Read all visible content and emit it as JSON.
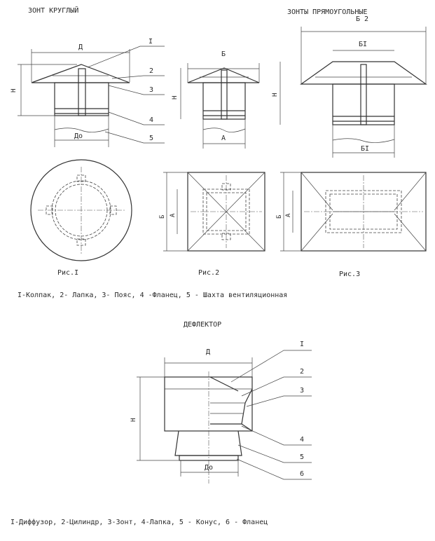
{
  "titles": {
    "round": "ЗОНТ КРУГЛЫЙ",
    "rect": "ЗОНТЫ ПРЯМОУГОЛЬНЫЕ",
    "deflector": "ДЕФЛЕКТОР"
  },
  "dims": {
    "D": "Д",
    "B": "Б",
    "B2": "Б 2",
    "B1": "БI",
    "H": "Н",
    "Do": "Дo",
    "A": "А"
  },
  "callouts": [
    "I",
    "2",
    "3",
    "4",
    "5",
    "6"
  ],
  "captions": [
    "Рис.I",
    "Рис.2",
    "Рис.3"
  ],
  "legend_umbrella": "I-Колпак, 2- Лапка, 3- Пояс, 4 -Фланец, 5 - Шахта вентиляционная",
  "legend_deflector": "I-Диффузор, 2-Цилиндр, 3-Зонт, 4-Лапка, 5 - Конус, 6 - Фланец"
}
